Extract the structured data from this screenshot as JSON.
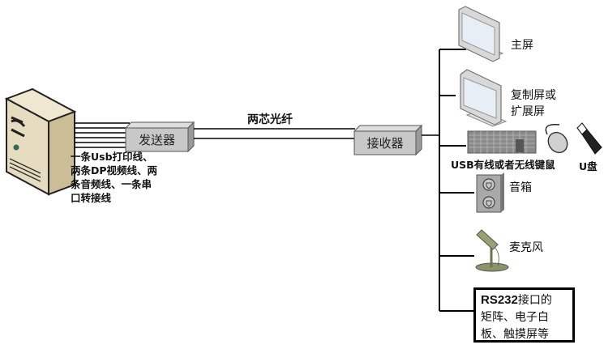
{
  "diagram": {
    "title": "光纤KVM延长器连接示意图",
    "source": {
      "name": "computer-tower",
      "cable_description": [
        "一条Usb打印线、",
        "两条DP视频线、两",
        "条音频线、一条串",
        "口转接线"
      ]
    },
    "transmitter": {
      "label": "发送器"
    },
    "link": {
      "label": "两芯光纤"
    },
    "receiver": {
      "label": "接收器"
    },
    "devices": [
      {
        "id": "main-screen",
        "label": "主屏"
      },
      {
        "id": "mirror-screen",
        "label_lines": [
          "复制屏或",
          "扩展屏"
        ]
      },
      {
        "id": "keyboard-mouse",
        "label": "USB有线或者无线键鼠"
      },
      {
        "id": "usb-drive",
        "label": "U盘"
      },
      {
        "id": "speaker",
        "label": "音箱"
      },
      {
        "id": "microphone",
        "label": "麦克风"
      },
      {
        "id": "rs232",
        "label_lines": [
          "RS232接口的",
          "矩阵、电子白",
          "板、触摸屏等"
        ],
        "bold_prefix": "RS232"
      }
    ],
    "colors": {
      "box_fill": "#c8c8c8",
      "box_stroke": "#555555",
      "line": "#000000",
      "tower": "#e6dcc0"
    }
  }
}
